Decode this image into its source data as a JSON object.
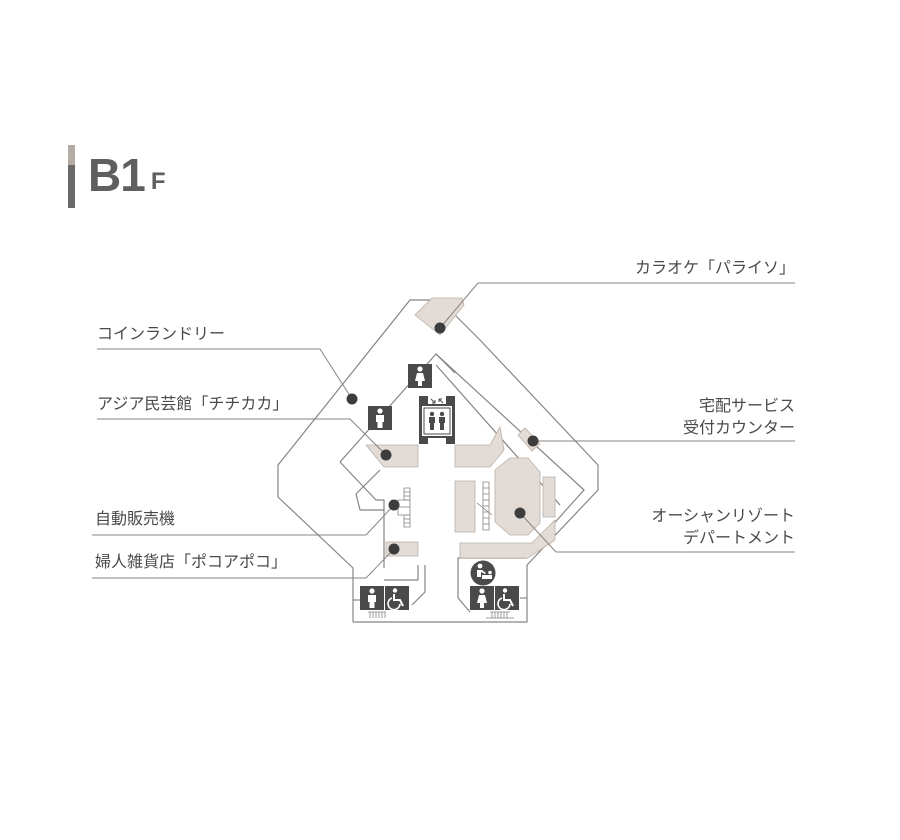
{
  "floor": {
    "level": "B1",
    "unit": "F"
  },
  "colors": {
    "wall_line": "#8a8480",
    "shop_fill": "#e3dcd6",
    "marker": "#3d3d3d",
    "icon_fill": "#4a4a4a",
    "leader_line": "#8a8480",
    "accent_bar_top": "#b5aca4",
    "accent_bar_bottom": "#6a6a6a"
  },
  "labels": {
    "left": [
      {
        "id": "coin-laundry",
        "text": "コインランドリー"
      },
      {
        "id": "asian-folk-craft",
        "text": "アジア民芸館「チチカカ」"
      },
      {
        "id": "vending-machine",
        "text": "自動販売機"
      },
      {
        "id": "womens-goods",
        "text": "婦人雑貨店「ポコアポコ」"
      }
    ],
    "right": [
      {
        "id": "karaoke",
        "text": "カラオケ「パライソ」"
      },
      {
        "id": "delivery-counter",
        "line1": "宅配サービス",
        "line2": "受付カウンター"
      },
      {
        "id": "department-store",
        "line1": "オーシャンリゾート",
        "line2": "デパートメント"
      }
    ]
  },
  "facilities": [
    {
      "type": "womens-restroom"
    },
    {
      "type": "mens-restroom"
    },
    {
      "type": "elevator"
    },
    {
      "type": "mens-restroom"
    },
    {
      "type": "accessible-restroom"
    },
    {
      "type": "baby-changing"
    },
    {
      "type": "womens-restroom"
    },
    {
      "type": "accessible-restroom"
    }
  ]
}
